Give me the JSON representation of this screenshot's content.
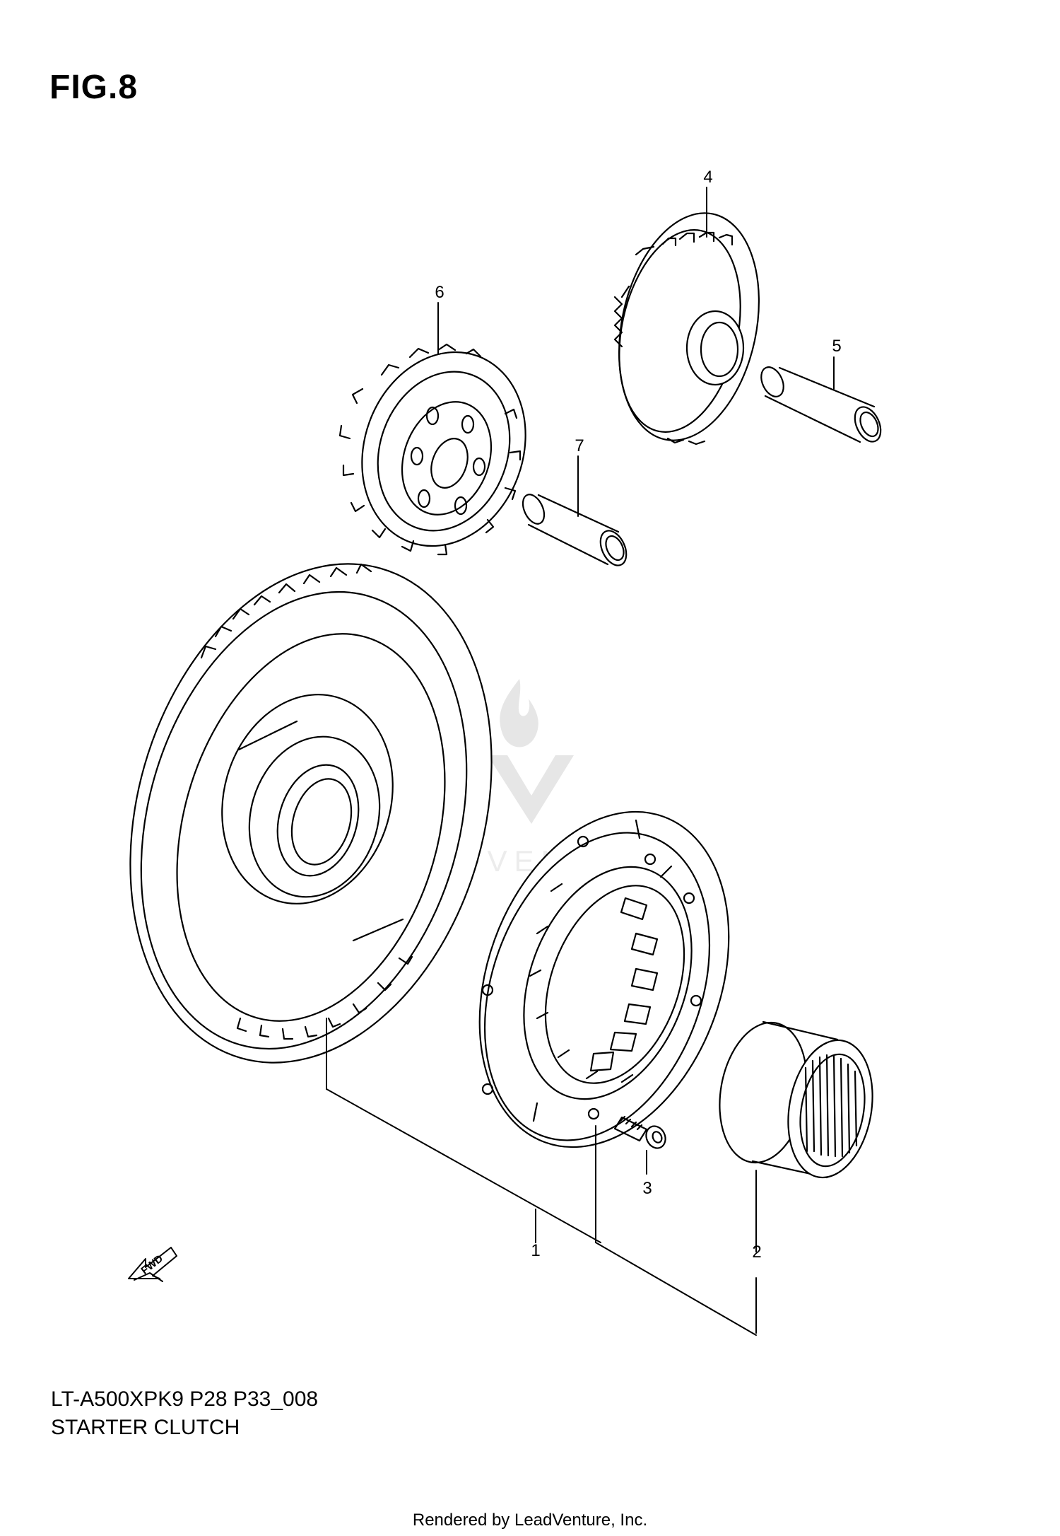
{
  "figure": {
    "title": "FIG.8",
    "model_code": "LT-A500XPK9 P28 P33_008",
    "name": "STARTER CLUTCH",
    "credit": "Rendered by LeadVenture, Inc.",
    "watermark_text": "LEADVENTURE"
  },
  "callouts": [
    {
      "id": "1",
      "label": "1",
      "part": "starter-clutch-assembly"
    },
    {
      "id": "2",
      "label": "2",
      "part": "needle-bearing"
    },
    {
      "id": "3",
      "label": "3",
      "part": "bolt"
    },
    {
      "id": "4",
      "label": "4",
      "part": "idle-gear"
    },
    {
      "id": "5",
      "label": "5",
      "part": "idle-gear-shaft"
    },
    {
      "id": "6",
      "label": "6",
      "part": "idle-gear-no2"
    },
    {
      "id": "7",
      "label": "7",
      "part": "idle-gear-no2-shaft"
    }
  ],
  "direction_arrow": {
    "label": "FWD"
  },
  "colors": {
    "line": "#000000",
    "background": "#ffffff",
    "watermark": "#e2e2e2"
  }
}
